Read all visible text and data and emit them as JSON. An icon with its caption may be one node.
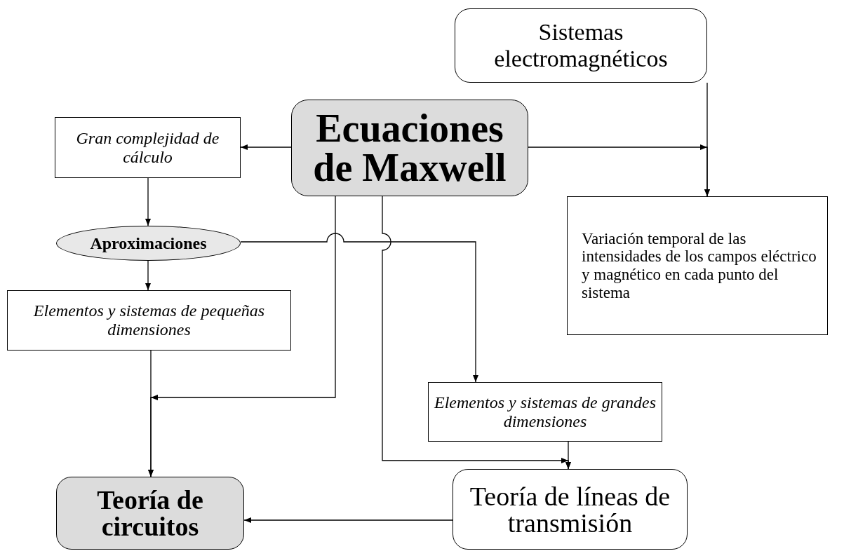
{
  "diagram": {
    "nodes": [
      {
        "text": [
          "Sistemas electromagnéticos"
        ]
      },
      {
        "text": [
          "Ecuaciones de Maxwell"
        ]
      },
      {
        "text": [
          "Gran complejidad de cálculo"
        ]
      },
      {
        "text": [
          "Variación temporal de las intensidades de los campos eléctrico y magnético en cada punto del sistema"
        ]
      },
      {
        "text": [
          "Aproximaciones"
        ]
      },
      {
        "text": [
          "Elementos y sistemas de pequeñas dimensiones"
        ]
      },
      {
        "text": [
          "Elementos y sistemas de grandes dimensiones"
        ]
      },
      {
        "text": [
          "Teoría de circuitos"
        ]
      },
      {
        "text": [
          "Teoría de líneas de transmisión"
        ]
      }
    ],
    "edges": [
      {
        "from": 1,
        "to": 2,
        "arrow": "to"
      },
      {
        "from": 1,
        "to": 3,
        "arrow": "to"
      },
      {
        "from": 0,
        "to": 3,
        "arrow": "to"
      },
      {
        "from": 2,
        "to": 4,
        "arrow": "to"
      },
      {
        "from": 4,
        "to": 5,
        "arrow": "to"
      },
      {
        "from": 4,
        "to": 6,
        "arrow": "to"
      },
      {
        "from": 1,
        "to": 7,
        "arrow": "to"
      },
      {
        "from": 5,
        "to": 7,
        "arrow": "to"
      },
      {
        "from": 1,
        "to": 8,
        "arrow": "to"
      },
      {
        "from": 6,
        "to": 8,
        "arrow": "to"
      },
      {
        "from": 8,
        "to": 7,
        "arrow": "to"
      }
    ]
  }
}
